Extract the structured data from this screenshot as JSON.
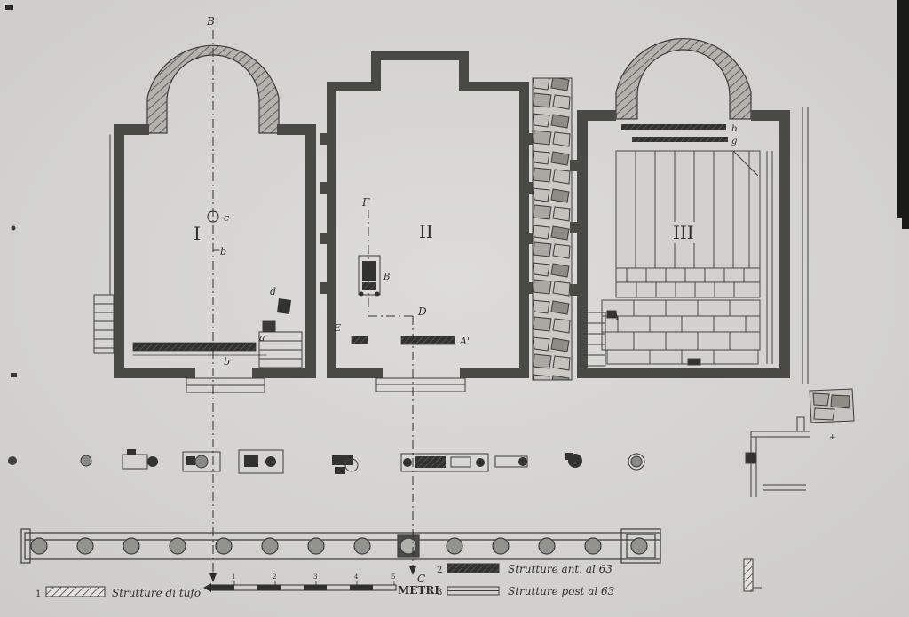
{
  "palette": {
    "paper": "#d8d7d2",
    "ink": "#3c3c38",
    "wall": "#4a4a45",
    "dark": "#32322e"
  },
  "rooms": {
    "one": "I",
    "two": "II",
    "three": "III"
  },
  "section_labels": {
    "b_top": "B",
    "f": "F",
    "d": "D",
    "c": "C"
  },
  "feature_labels": {
    "c_axis": "c",
    "b_axis": "b",
    "d_feature": "d",
    "a": "a",
    "b_lower": "b",
    "e": "E",
    "b_base": "B",
    "a_prime": "A'",
    "bar_b": "b",
    "bar_g": "g",
    "step_a": "A",
    "plus_mark": "+."
  },
  "legend": {
    "items": [
      {
        "index": "1",
        "label": "Strutture di tufo"
      },
      {
        "index": "2",
        "label": "Strutture ant. al 63"
      },
      {
        "index": "3",
        "label": "Strutture post al 63"
      }
    ]
  },
  "scale": {
    "unit_label": "METRI",
    "ticks": [
      "1",
      "2",
      "3",
      "4",
      "5"
    ]
  }
}
